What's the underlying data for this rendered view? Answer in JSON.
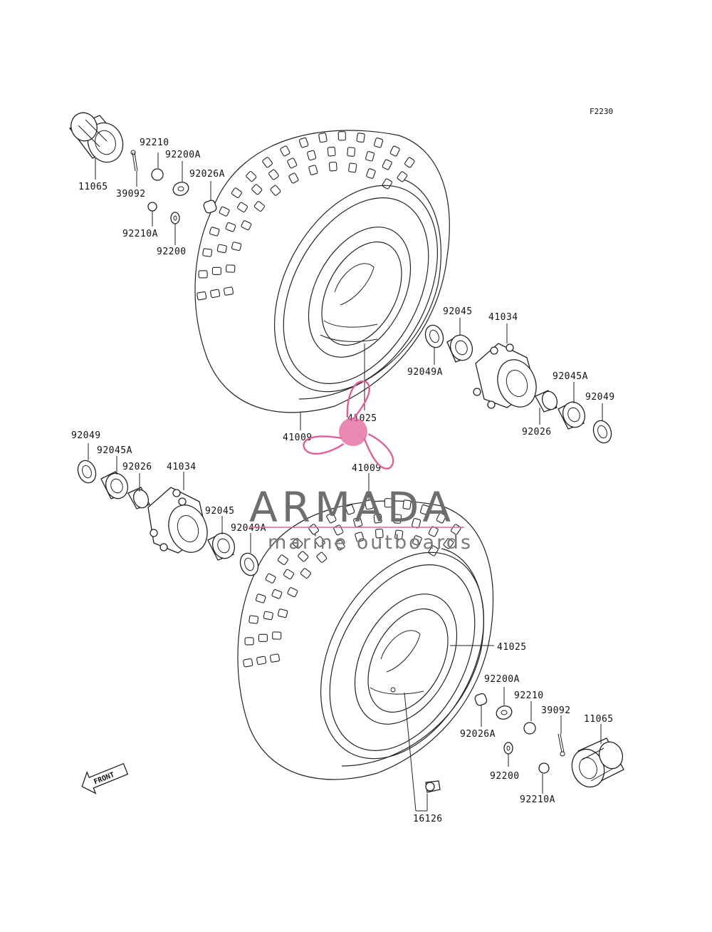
{
  "figure_code": "F2230",
  "front_arrow_label": "FRONT",
  "watermark": {
    "brand": "ARMADA",
    "tagline": "marine outboards",
    "accent_color": "#e0609a",
    "text_color": "#6e6e6e"
  },
  "upper_wheel": {
    "labels": {
      "cap": "11065",
      "cotter_pin": "39092",
      "castle_nut": "92210",
      "washer_a": "92200A",
      "spacer_a": "92026A",
      "nut_a": "92210A",
      "washer": "92200",
      "tire": "41009",
      "wheel": "41025",
      "bearing": "92045",
      "hub": "41034",
      "seal_a": "92049A",
      "bearing_a": "92045A",
      "seal": "92049",
      "spacer": "92026"
    }
  },
  "lower_wheel": {
    "labels": {
      "seal": "92049",
      "bearing_a": "92045A",
      "spacer": "92026",
      "hub": "41034",
      "bearing": "92045",
      "seal_a": "92049A",
      "tire": "41009",
      "wheel": "41025",
      "washer_a": "92200A",
      "castle_nut": "92210",
      "cotter_pin": "39092",
      "cap": "11065",
      "spacer_a": "92026A",
      "washer": "92200",
      "nut_a": "92210A",
      "valve": "16126"
    }
  }
}
